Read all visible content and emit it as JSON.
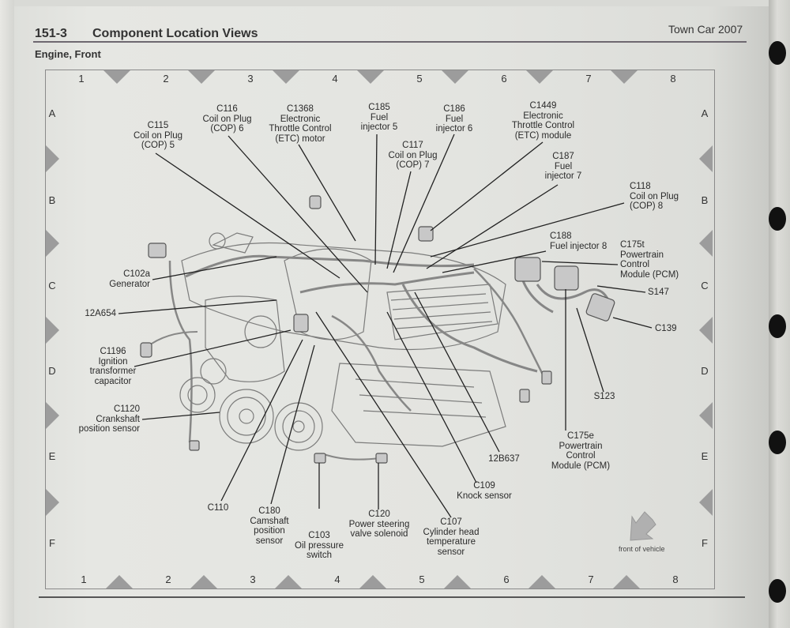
{
  "header": {
    "section_number": "151-3",
    "section_title": "Component Location Views",
    "model": "Town Car 2007",
    "subtitle": "Engine, Front"
  },
  "grid": {
    "columns": [
      "1",
      "2",
      "3",
      "4",
      "5",
      "6",
      "7",
      "8"
    ],
    "rows": [
      "A",
      "B",
      "C",
      "D",
      "E",
      "F"
    ]
  },
  "callouts": [
    {
      "id": "C115",
      "lines": [
        "C115",
        "Coil on Plug",
        "(COP) 5"
      ]
    },
    {
      "id": "C116",
      "lines": [
        "C116",
        "Coil on Plug",
        "(COP) 6"
      ]
    },
    {
      "id": "C1368",
      "lines": [
        "C1368",
        "Electronic",
        "Throttle Control",
        "(ETC) motor"
      ]
    },
    {
      "id": "C185",
      "lines": [
        "C185",
        "Fuel",
        "injector 5"
      ]
    },
    {
      "id": "C186",
      "lines": [
        "C186",
        "Fuel",
        "injector 6"
      ]
    },
    {
      "id": "C1449",
      "lines": [
        "C1449",
        "Electronic",
        "Throttle Control",
        "(ETC) module"
      ]
    },
    {
      "id": "C117",
      "lines": [
        "C117",
        "Coil on Plug",
        "(COP) 7"
      ]
    },
    {
      "id": "C187",
      "lines": [
        "C187",
        "Fuel",
        "injector 7"
      ]
    },
    {
      "id": "C118",
      "lines": [
        "C118",
        "Coil on Plug",
        "(COP) 8"
      ]
    },
    {
      "id": "C188",
      "lines": [
        "C188",
        "Fuel injector 8"
      ]
    },
    {
      "id": "C175t",
      "lines": [
        "C175t",
        "Powertrain",
        "Control",
        "Module (PCM)"
      ]
    },
    {
      "id": "S147",
      "lines": [
        "S147"
      ]
    },
    {
      "id": "C139",
      "lines": [
        "C139"
      ]
    },
    {
      "id": "C102a",
      "lines": [
        "C102a",
        "Generator"
      ]
    },
    {
      "id": "12A654",
      "lines": [
        "12A654"
      ]
    },
    {
      "id": "C1196",
      "lines": [
        "C1196",
        "Ignition",
        "transformer",
        "capacitor"
      ]
    },
    {
      "id": "C1120",
      "lines": [
        "C1120",
        "Crankshaft",
        "position sensor"
      ]
    },
    {
      "id": "S123",
      "lines": [
        "S123"
      ]
    },
    {
      "id": "C175e",
      "lines": [
        "C175e",
        "Powertrain",
        "Control",
        "Module (PCM)"
      ]
    },
    {
      "id": "12B637",
      "lines": [
        "12B637"
      ]
    },
    {
      "id": "C109",
      "lines": [
        "C109",
        "Knock sensor"
      ]
    },
    {
      "id": "C110",
      "lines": [
        "C110"
      ]
    },
    {
      "id": "C180",
      "lines": [
        "C180",
        "Camshaft",
        "position",
        "sensor"
      ]
    },
    {
      "id": "C103",
      "lines": [
        "C103",
        "Oil pressure",
        "switch"
      ]
    },
    {
      "id": "C120",
      "lines": [
        "C120",
        "Power steering",
        "valve solenoid"
      ]
    },
    {
      "id": "C107",
      "lines": [
        "C107",
        "Cylinder head",
        "temperature",
        "sensor"
      ]
    }
  ],
  "orientation": {
    "label": "front of vehicle",
    "icon": "arrow-down-left-icon"
  }
}
